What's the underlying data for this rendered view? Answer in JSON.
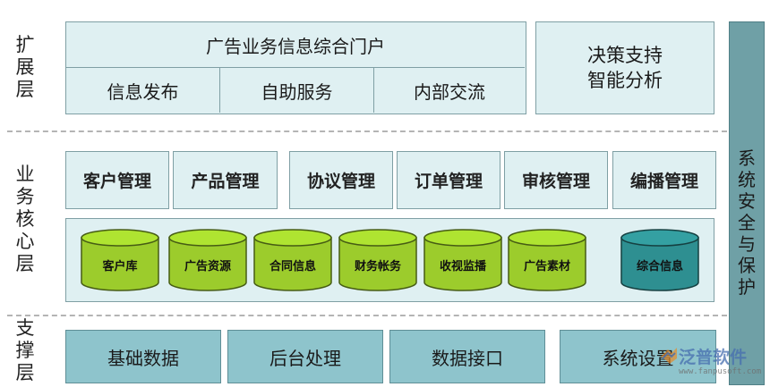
{
  "layers": {
    "expansion": "扩展层",
    "core": "业务核心层",
    "support": "支撑层"
  },
  "portal": {
    "title": "广告业务信息综合门户",
    "items": [
      "信息发布",
      "自助服务",
      "内部交流"
    ]
  },
  "decision": {
    "line1": "决策支持",
    "line2": "智能分析"
  },
  "modules": [
    "客户管理",
    "产品管理",
    "协议管理",
    "订单管理",
    "审核管理",
    "编播管理"
  ],
  "databases": [
    {
      "label": "客户库",
      "color": "#9ccc2c"
    },
    {
      "label": "广告资源",
      "color": "#9ccc2c"
    },
    {
      "label": "合同信息",
      "color": "#9ccc2c"
    },
    {
      "label": "财务帐务",
      "color": "#9ccc2c"
    },
    {
      "label": "收视监播",
      "color": "#9ccc2c"
    },
    {
      "label": "广告素材",
      "color": "#9ccc2c"
    },
    {
      "label": "综合信息",
      "color": "#2e8f91"
    }
  ],
  "support_items": [
    "基础数据",
    "后台处理",
    "数据接口",
    "系统设置"
  ],
  "security": "系统安全与保护",
  "watermark": {
    "text": "泛普软件",
    "url": "www.fanpusoft.com"
  }
}
